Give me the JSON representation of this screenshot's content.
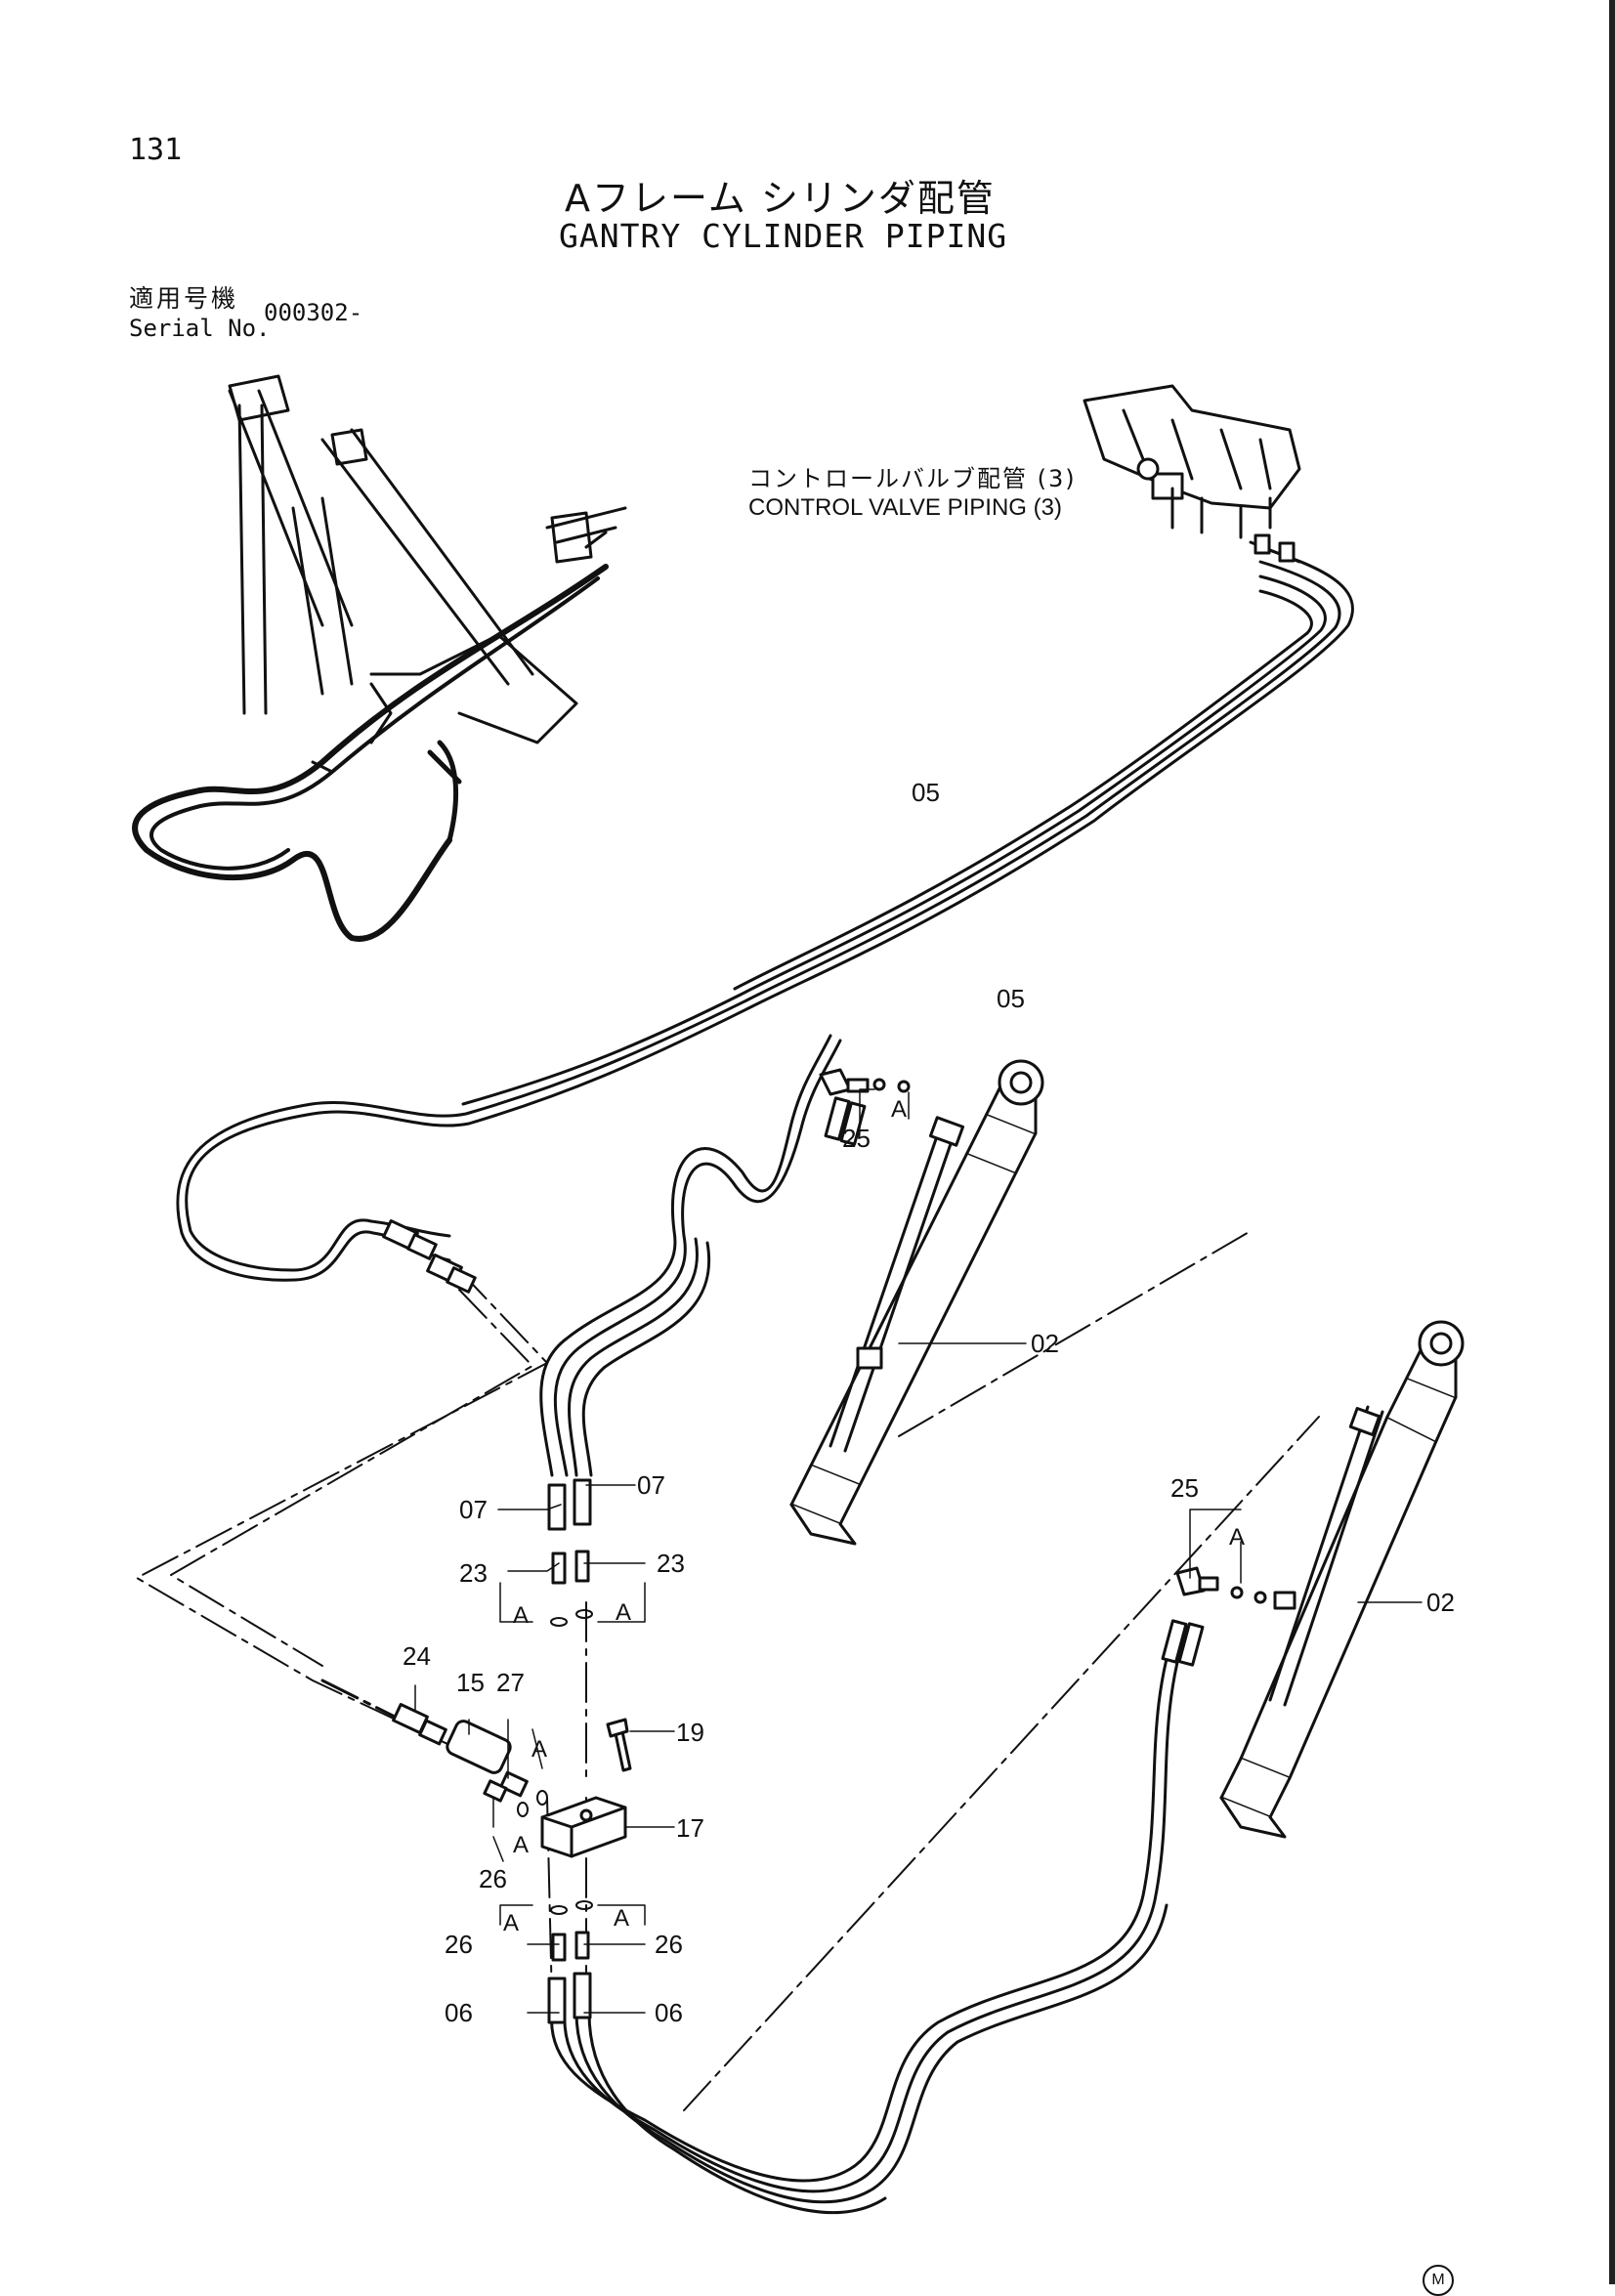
{
  "page_number": "131",
  "title": {
    "japanese": "Aフレーム シリンダ配管",
    "english": "GANTRY CYLINDER PIPING"
  },
  "serial": {
    "label_japanese": "適用号機",
    "label_english": "Serial No.",
    "value": "000302-"
  },
  "reference": {
    "japanese": "コントロールバルブ配管 (3)",
    "english": "CONTROL VALVE PIPING (3)"
  },
  "parts": {
    "p02a": "02",
    "p02b": "02",
    "p05a": "05",
    "p05b": "05",
    "p06a": "06",
    "p06b": "06",
    "p07a": "07",
    "p07b": "07",
    "p15": "15",
    "p17": "17",
    "p19": "19",
    "p23a": "23",
    "p23b": "23",
    "p24": "24",
    "p25a": "25",
    "p25b": "25",
    "p26a": "26",
    "p26b": "26",
    "p26c": "26",
    "p27": "27"
  },
  "section_mark": "A",
  "manufacturer_mark": "M"
}
